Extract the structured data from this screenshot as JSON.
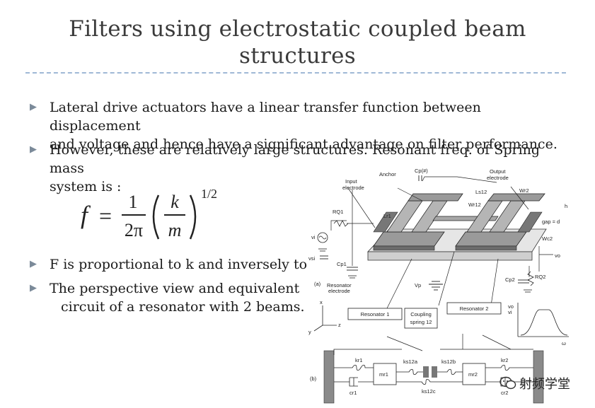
{
  "slide": {
    "title_line1": "Filters using electrostatic coupled beam",
    "title_line2": "structures"
  },
  "bullets": [
    {
      "line1": "Lateral drive actuators have a linear transfer function between displacement",
      "line2": "and voltage and hence have a significant advantage on filter performance."
    },
    {
      "line1": "However, these are relatively large structures.  Resonant freq. of Spring mass",
      "line2": "system is :"
    },
    {
      "line1": "F is proportional to k and inversely to"
    },
    {
      "line1": "The perspective view and equivalent",
      "line2": "circuit of a resonator with 2 beams."
    }
  ],
  "formula": {
    "lhs": "f",
    "eq": "=",
    "numerator": "1",
    "denominator": "2π",
    "k": "k",
    "m": "m",
    "exponent": "1/2"
  },
  "figure": {
    "labels": {
      "anchor": "Anchor",
      "cp": "Cp(#)",
      "input_electrode_1": "Input",
      "input_electrode_2": "electrode",
      "output_electrode_1": "Output",
      "output_electrode_2": "electrode",
      "rq1": "RQ1",
      "lr1": "Lr1",
      "wr12": "Wr12",
      "ls12": "Ls12",
      "wr2": "Wr2",
      "h": "h",
      "gap": "gap = d",
      "wc2": "Wc2",
      "vi": "vi",
      "vo": "vo",
      "vsi": "vsi",
      "cp1": "Cp1",
      "cp2": "Cp2",
      "rq2": "RQ2",
      "vp": "Vp",
      "a": "(a)",
      "resonator_electrode_1": "Resonator",
      "resonator_electrode_2": "electrode",
      "resonator1": "Resonator 1",
      "coupling_1": "Coupling",
      "coupling_2": "spring 12",
      "resonator2": "Resonator 2",
      "axis_x": "x",
      "axis_y": "y",
      "axis_z": "z",
      "vo_vi_num": "vo",
      "vo_vi_den": "vi",
      "omega": "ω",
      "b": "(b)",
      "kr1": "kr1",
      "ks12a": "ks12a",
      "ks12b": "ks12b",
      "kr2": "kr2",
      "mr1": "mr1",
      "mr2": "mr2",
      "cr1": "cr1",
      "ks12c": "ks12c",
      "cr2": "cr2"
    }
  },
  "watermark": {
    "text": "射频学堂"
  },
  "colors": {
    "title": "#3a3a3a",
    "rule": "#9fb8d6",
    "bullet_mark": "#7b8a99"
  }
}
